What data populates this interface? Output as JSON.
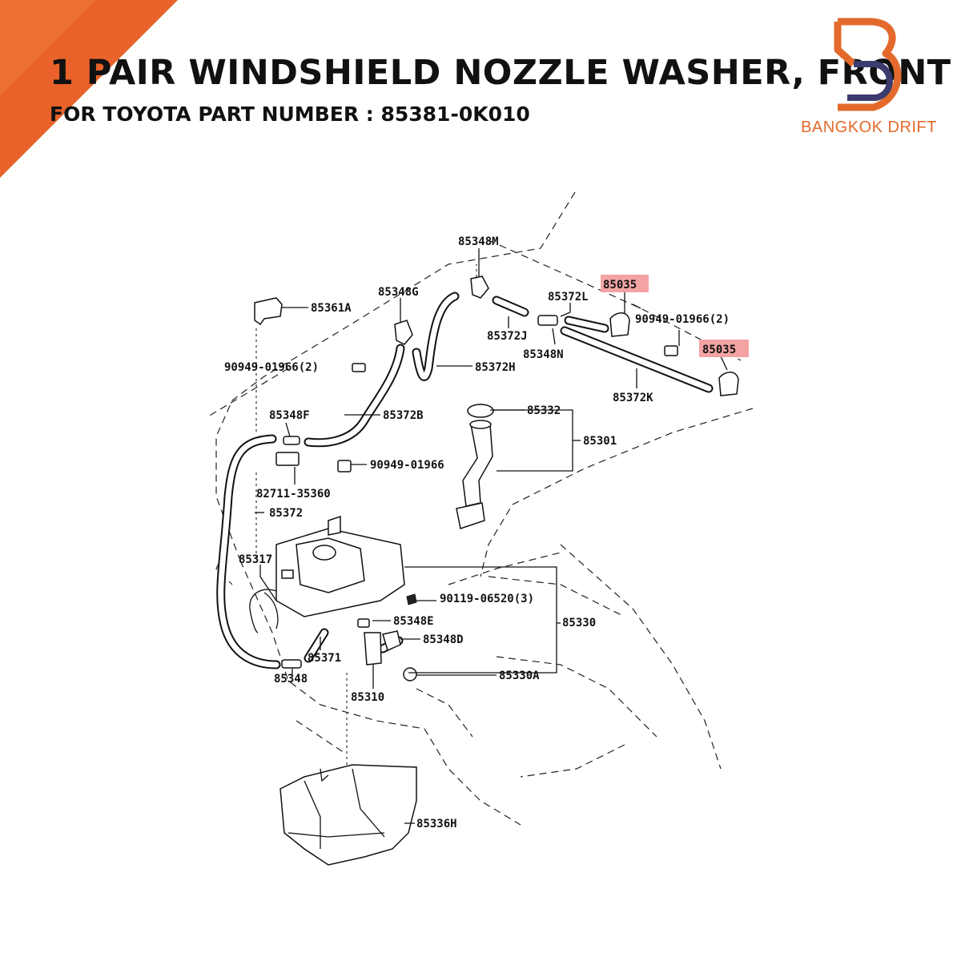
{
  "header": {
    "title": "1 PAIR WINDSHIELD NOZZLE WASHER, FRONT",
    "subtitle": "FOR TOYOTA PART NUMBER : 85381-0K010"
  },
  "brand": {
    "name": "BANGKOK DRIFT",
    "primary_color": "#E36A2C",
    "secondary_color": "#3C3B6E"
  },
  "accent": {
    "corner_color": "#E8622A",
    "highlight_color": "#F4A3A3"
  },
  "diagram": {
    "labels": {
      "p85348M": "85348M",
      "p85035a": "85035",
      "p85035b": "85035",
      "p85361A": "85361A",
      "p85348G": "85348G",
      "p85372L": "85372L",
      "p90949_01966_2a": "90949-01966(2)",
      "p85372J": "85372J",
      "p85348N": "85348N",
      "p90949_01966_2b": "90949-01966(2)",
      "p85372H": "85372H",
      "p85372K": "85372K",
      "p85348F": "85348F",
      "p85372B": "85372B",
      "p85332": "85332",
      "p85301": "85301",
      "p90949_01966": "90949-01966",
      "p82711_35360": "82711-35360",
      "p85372": "85372",
      "p85317": "85317",
      "p90119_06520_3": "90119-06520(3)",
      "p85330": "85330",
      "p85348E": "85348E",
      "p85348D": "85348D",
      "p85371": "85371",
      "p85348": "85348",
      "p85330A": "85330A",
      "p85310": "85310",
      "p85336H": "85336H"
    }
  }
}
